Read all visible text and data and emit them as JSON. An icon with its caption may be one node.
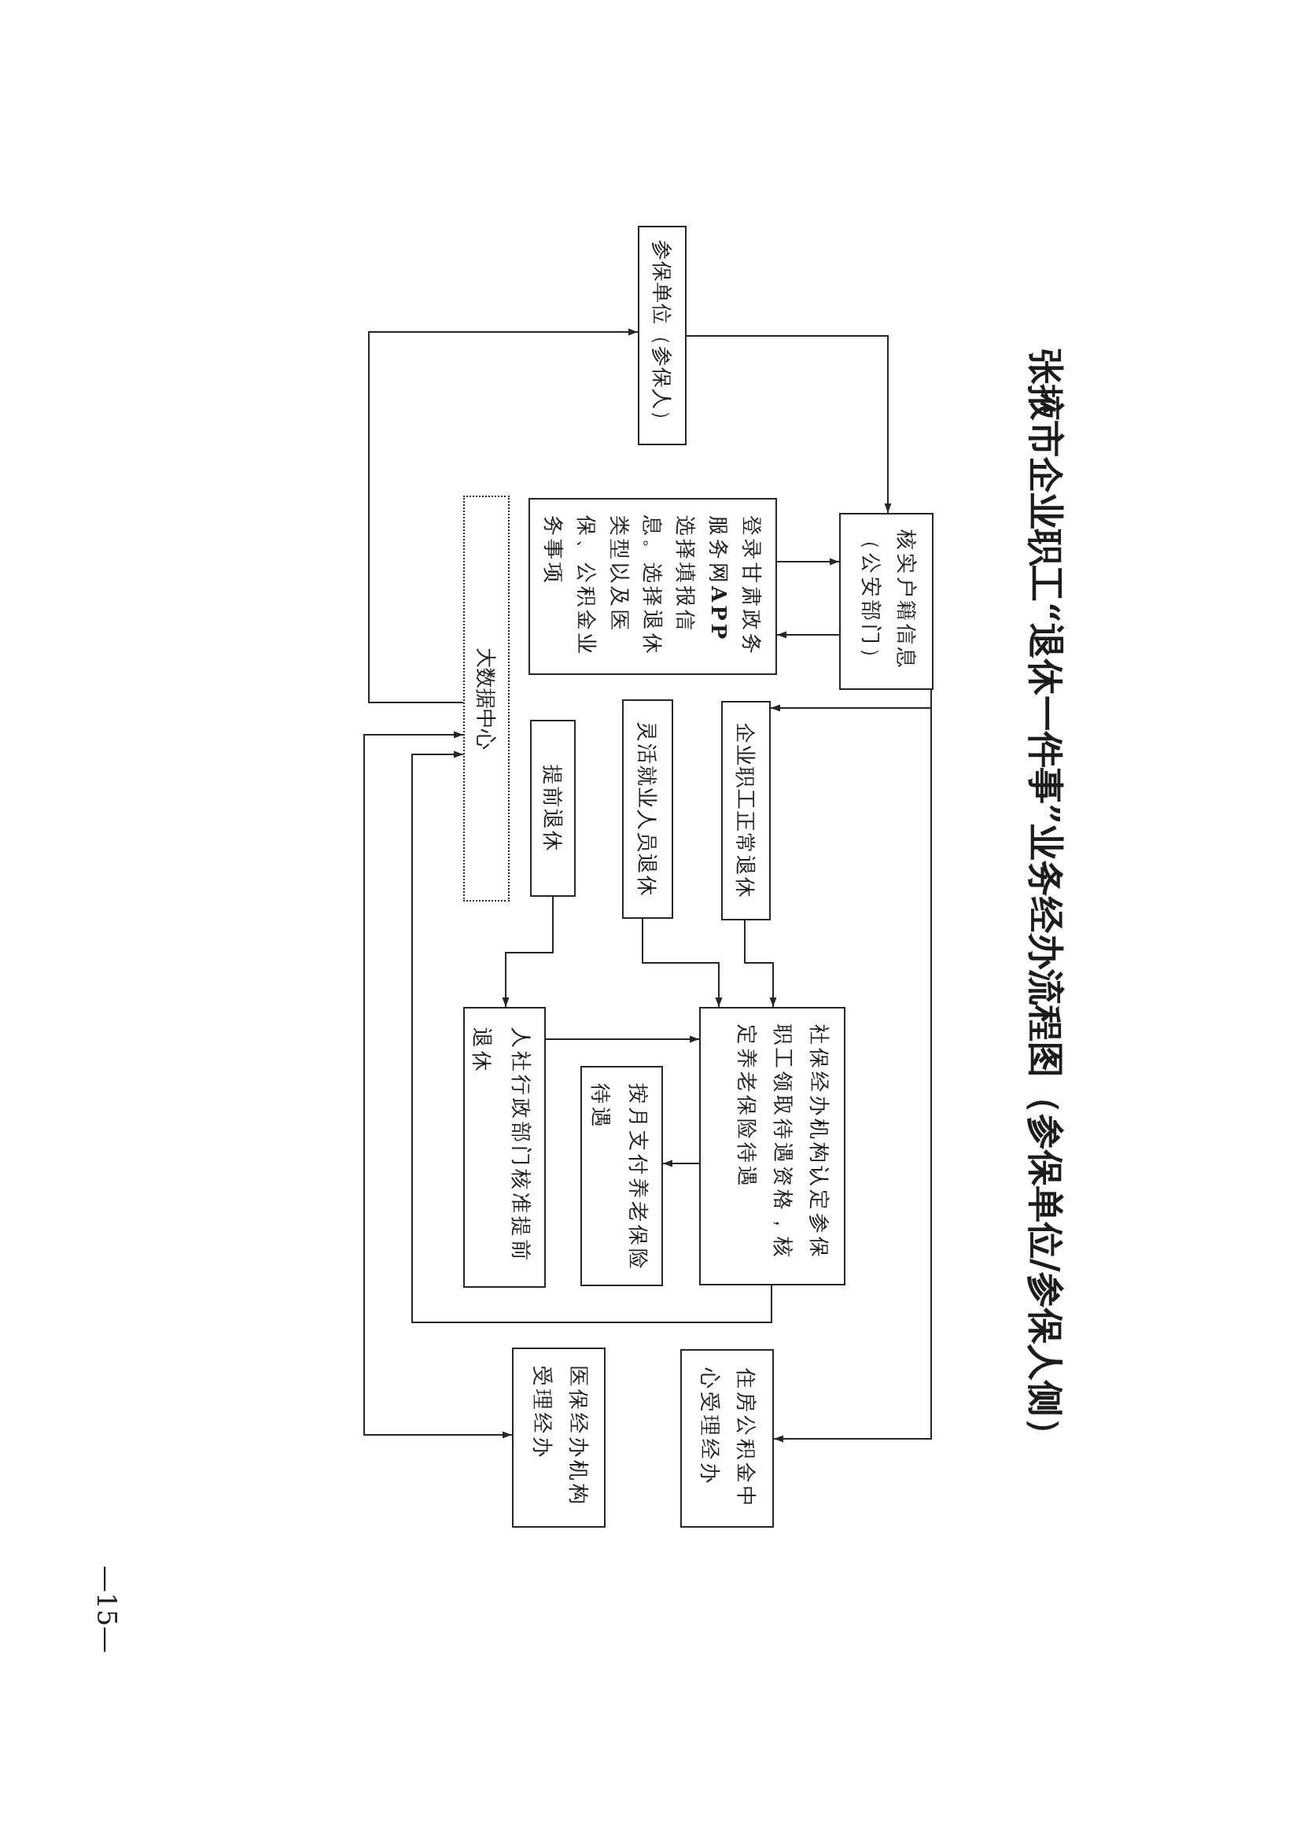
{
  "diagram": {
    "title": "张掖市企业职工“退休一件事”业务经办流程图（参保单位/参保人侧）",
    "nodes": [
      {
        "text": [
          "参保单位（参保人）"
        ]
      },
      {
        "text": [
          "核实户籍信息（公安部门）"
        ]
      },
      {
        "text": [
          "登录甘肃政务服务网**APP**选择填报信息。选择退休类型以及医保、公积金业务事项"
        ]
      },
      {
        "text": [
          "大数据中心"
        ]
      },
      {
        "text": [
          "企业职工正常退休"
        ]
      },
      {
        "text": [
          "灵活就业人员退休"
        ]
      },
      {
        "text": [
          "提前退休"
        ]
      },
      {
        "text": [
          "社保经办机构认定参保职工领取待遇资格，核定养老保险待遇"
        ]
      },
      {
        "text": [
          "人社行政部门核准提前退休"
        ]
      },
      {
        "text": [
          "按月支付养老保险待遇"
        ]
      },
      {
        "text": [
          "医保经办机构受理经办"
        ]
      },
      {
        "text": [
          "住房公积金中心受理经办"
        ]
      }
    ],
    "edges": [
      {
        "from": 0,
        "to": 1,
        "arrow": "to"
      },
      {
        "from": 2,
        "to": 1,
        "arrow": "to"
      },
      {
        "from": 1,
        "to": 2,
        "arrow": "to"
      },
      {
        "from": 4,
        "to": 7,
        "arrow": "to"
      },
      {
        "from": 5,
        "to": 7,
        "arrow": "to"
      },
      {
        "from": 6,
        "to": 8,
        "arrow": "to"
      },
      {
        "from": 8,
        "to": 7,
        "arrow": "to"
      },
      {
        "from": 7,
        "to": 9,
        "arrow": "to"
      },
      {
        "from": 7,
        "to": 3,
        "arrow": "to"
      },
      {
        "from": 3,
        "to": 0,
        "arrow": "to"
      },
      {
        "from": 3,
        "to": 10,
        "arrow": "both"
      },
      {
        "from": 1,
        "to": 4,
        "arrow": "to"
      },
      {
        "from": 1,
        "to": 11,
        "arrow": "to"
      }
    ],
    "labels": [
      "—15—"
    ]
  }
}
